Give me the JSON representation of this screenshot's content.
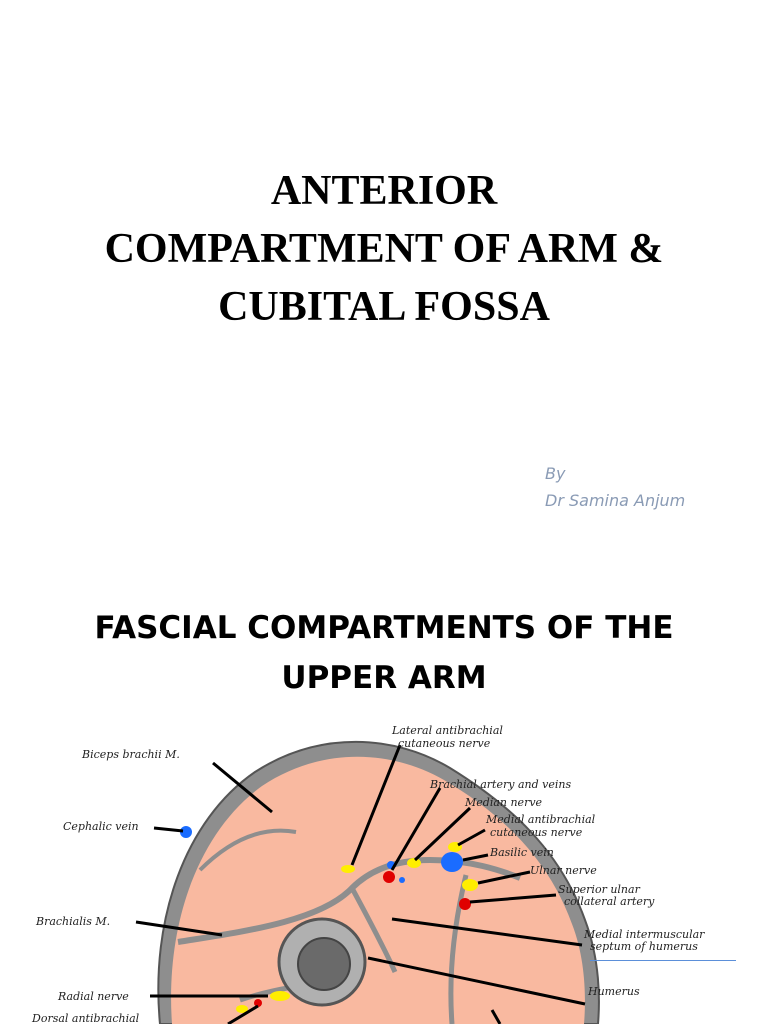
{
  "slide1": {
    "title_lines": [
      "ANTERIOR",
      "COMPARTMENT OF ARM &",
      "CUBITAL FOSSA"
    ],
    "byline": [
      "By",
      "Dr Samina Anjum"
    ]
  },
  "slide2": {
    "title_lines": [
      "FASCIAL COMPARTMENTS OF THE",
      "UPPER ARM"
    ],
    "labels": {
      "biceps": "Biceps brachii M.",
      "cephalic": "Cephalic vein",
      "brachialis": "Brachialis M.",
      "radial": "Radial nerve",
      "dorsal": "Dorsal antibrachial",
      "lateral1": "Lateral antibrachial",
      "lateral2": "cutaneous nerve",
      "brachial": "Brachial artery and veins",
      "median": "Median nerve",
      "medial_ab1": "Medial antibrachial",
      "medial_ab2": "cutaneous nerve",
      "basilic": "Basilic vein",
      "ulnar": "Ulnar nerve",
      "sup_ulnar1": "Superior ulnar",
      "sup_ulnar2": "collateral artery",
      "medial_im1": "Medial intermuscular",
      "medial_im2": "septum of humerus",
      "humerus": "Humerus"
    },
    "colors": {
      "muscle": "#f9b9a0",
      "fascia": "#a8a8a8",
      "artery": "#e00000",
      "vein": "#1a6cff",
      "nerve": "#ffee00"
    }
  }
}
